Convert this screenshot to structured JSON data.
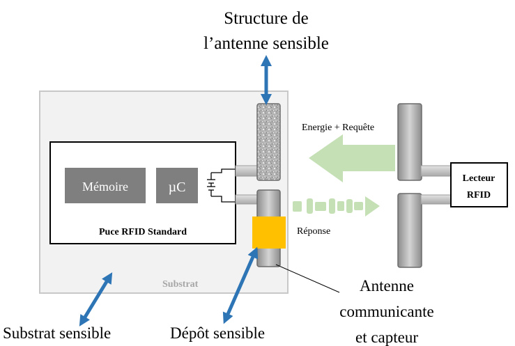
{
  "labels": {
    "structure_line1": "Structure de",
    "structure_line2": "l’antenne sensible",
    "energie": "Energie + Requête",
    "reponse": "Réponse",
    "memoire": "Mémoire",
    "uc": "µC",
    "puce": "Puce RFID Standard",
    "substrat": "Substrat",
    "lecteur_line1": "Lecteur",
    "lecteur_line2": "RFID",
    "antenne_line1": "Antenne",
    "antenne_line2": "communicante",
    "antenne_line3": "et capteur",
    "substrat_sensible": "Substrat sensible",
    "depot_sensible": "Dépôt sensible"
  },
  "colors": {
    "substrate_fill": "#f2f2f2",
    "substrate_border": "#c8c8c8",
    "block_gray": "#7f7f7f",
    "antenna_gray": "#a6a6a6",
    "deposit_yellow": "#ffc000",
    "arrow_blue": "#2e75b6",
    "wave_green": "#c5e0b4"
  }
}
